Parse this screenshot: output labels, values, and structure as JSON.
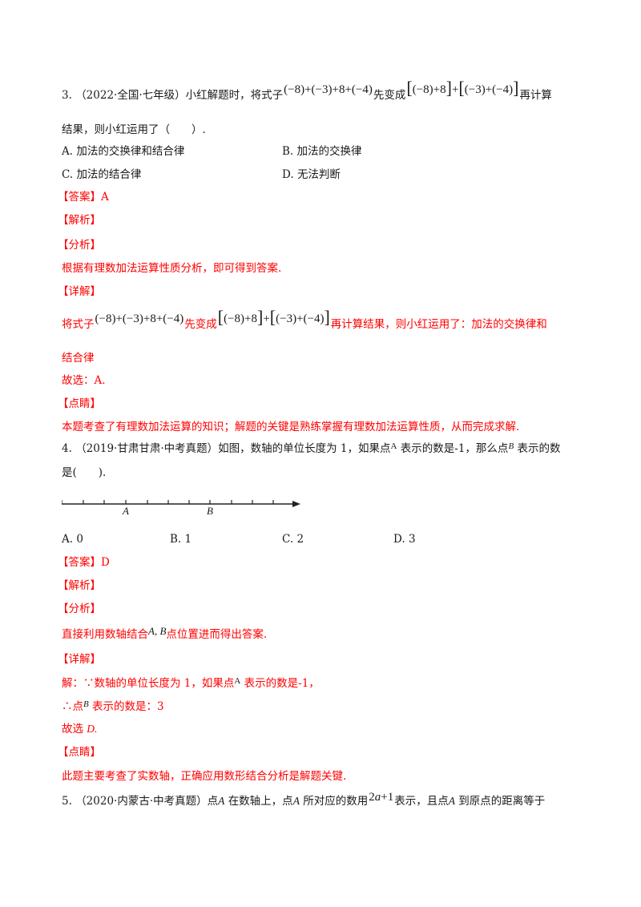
{
  "q3": {
    "number": "3.",
    "source": "（2022·全国·七年级）",
    "stem_part1": "小红解题时，将式子",
    "expr1": "(−8)+(−3)+8+(−4)",
    "stem_part2": "先变成",
    "expr2_a": "(−8)+8",
    "expr2_plus": "+",
    "expr2_b": "(−3)+(−4)",
    "stem_part3": "再计算",
    "stem_line2": "结果，则小红运用了（　　）.",
    "options": [
      {
        "key": "A.",
        "text": "加法的交换律和结合律"
      },
      {
        "key": "B.",
        "text": "加法的交换律"
      },
      {
        "key": "C.",
        "text": "加法的结合律"
      },
      {
        "key": "D.",
        "text": "无法判断"
      }
    ],
    "answer_label": "【答案】",
    "answer_value": "A",
    "jiexi_label": "【解析】",
    "fenxi_label": "【分析】",
    "fenxi_text": "根据有理数加法运算性质分析，即可得到答案.",
    "xiangjie_label": "【详解】",
    "xiangjie_part1": "将式子",
    "xiangjie_part2": "先变成",
    "xiangjie_part3": "再计算结果，则小红运用了：加法的交换律和",
    "xiangjie_line2": "结合律",
    "guxuan": "故选：A.",
    "dianjing_label": "【点睛】",
    "dianjing_text": "本题考查了有理数加法运算的知识；解题的关键是熟练掌握有理数加法运算性质，从而完成求解."
  },
  "q4": {
    "number": "4.",
    "source": "（2019·甘肃甘肃·中考真题）",
    "stem_part1": "如图，数轴的单位长度为 1，如果点",
    "point_a": "A",
    "stem_part2": "表示的数是-1，那么点",
    "point_b": "B",
    "stem_part3": "表示的数",
    "stem_line2": "是(　　).",
    "numberline": {
      "label_a": "A",
      "label_b": "B",
      "tick_count": 11
    },
    "options": [
      {
        "key": "A.",
        "text": "0"
      },
      {
        "key": "B.",
        "text": "1"
      },
      {
        "key": "C.",
        "text": "2"
      },
      {
        "key": "D.",
        "text": "3"
      }
    ],
    "answer_label": "【答案】",
    "answer_value": "D",
    "jiexi_label": "【解析】",
    "fenxi_label": "【分析】",
    "fenxi_part1": "直接利用数轴结合",
    "fenxi_math": "A, B",
    "fenxi_part2": "点位置进而得出答案.",
    "xiangjie_label": "【详解】",
    "step1_part1": "解：∵数轴的单位长度为 1，如果点",
    "step1_point": "A",
    "step1_part2": "表示的数是-1，",
    "step2_part1": "∴点",
    "step2_point": "B",
    "step2_part2": "表示的数是：3",
    "guxuan_prefix": "故选",
    "guxuan_value": "D.",
    "dianjing_label": "【点睛】",
    "dianjing_text": "此题主要考查了实数轴，正确应用数形结合分析是解题关键."
  },
  "q5": {
    "number": "5.",
    "source": "（2020·内蒙古·中考真题）",
    "part1": "点",
    "point_a": "A",
    "part2": "在数轴上，点",
    "part3": "所对应的数用",
    "expr": "2a+1",
    "part4": "表示，且点",
    "part5": "到原点的距离等于"
  }
}
